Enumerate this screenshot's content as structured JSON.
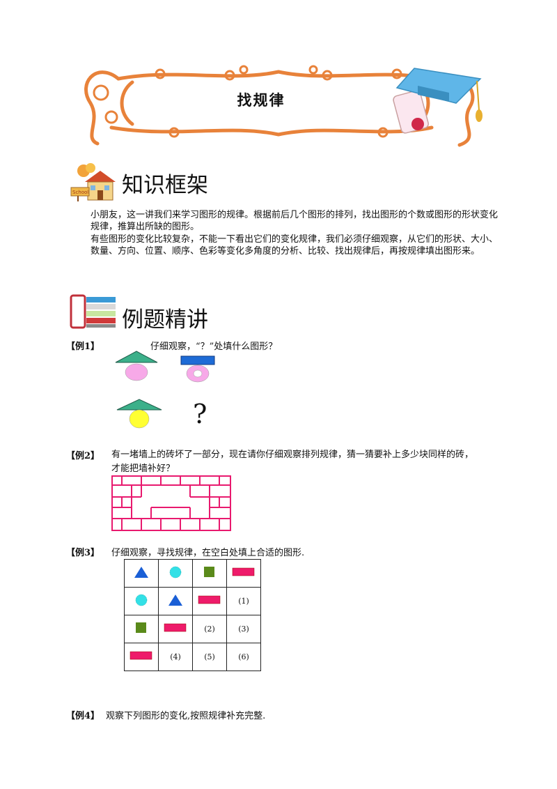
{
  "header": {
    "title": "找规律"
  },
  "section1": {
    "title": "知识框架",
    "paragraphs": [
      "小朋友，这一讲我们来学习图形的规律。根据前后几个图形的排列，找出图形的个数或图形的形状变化规律，推算出所缺的图形。",
      "有些图形的变化比较复杂，不能一下看出它们的变化规律，我们必须仔细观察，从它们的形状、大小、数量、方向、位置、顺序、色彩等变化多角度的分析、比较、找出规律后，再按规律填出图形来。"
    ]
  },
  "section2": {
    "title": "例题精讲"
  },
  "examples": [
    {
      "label": "【例1】",
      "text": "仔细观察，“？”处填什么图形？",
      "question_mark": "?"
    },
    {
      "label": "【例2】",
      "text": "有一堵墙上的砖坏了一部分，现在请你仔细观察排列规律，猜一猜要补上多少块同样的砖，才能把墙补好？"
    },
    {
      "label": "【例3】",
      "text": "仔细观察，寻找规律，在空白处填上合适的图形.",
      "grid": {
        "rows": [
          [
            "triangle",
            "circle",
            "square",
            "rect"
          ],
          [
            "circle",
            "triangle",
            "rect",
            "(1)"
          ],
          [
            "square",
            "rect",
            "(2)",
            "(3)"
          ],
          [
            "rect",
            "(4)",
            "(5)",
            "(6)"
          ]
        ]
      }
    },
    {
      "label": "【例4】",
      "text": "观察下列图形的变化,按照规律补充完整."
    }
  ],
  "colors": {
    "frame": "#e8823a",
    "teal": "#3cb08a",
    "pink": "#f7a9e8",
    "blue": "#1e6bd6",
    "yellow": "#ffff33",
    "brick": "#e8196e",
    "cyan": "#33e0e6",
    "green": "#5a8a1a",
    "triangle_blue": "#1a5fd6",
    "rect_pink": "#ee1b6a"
  }
}
